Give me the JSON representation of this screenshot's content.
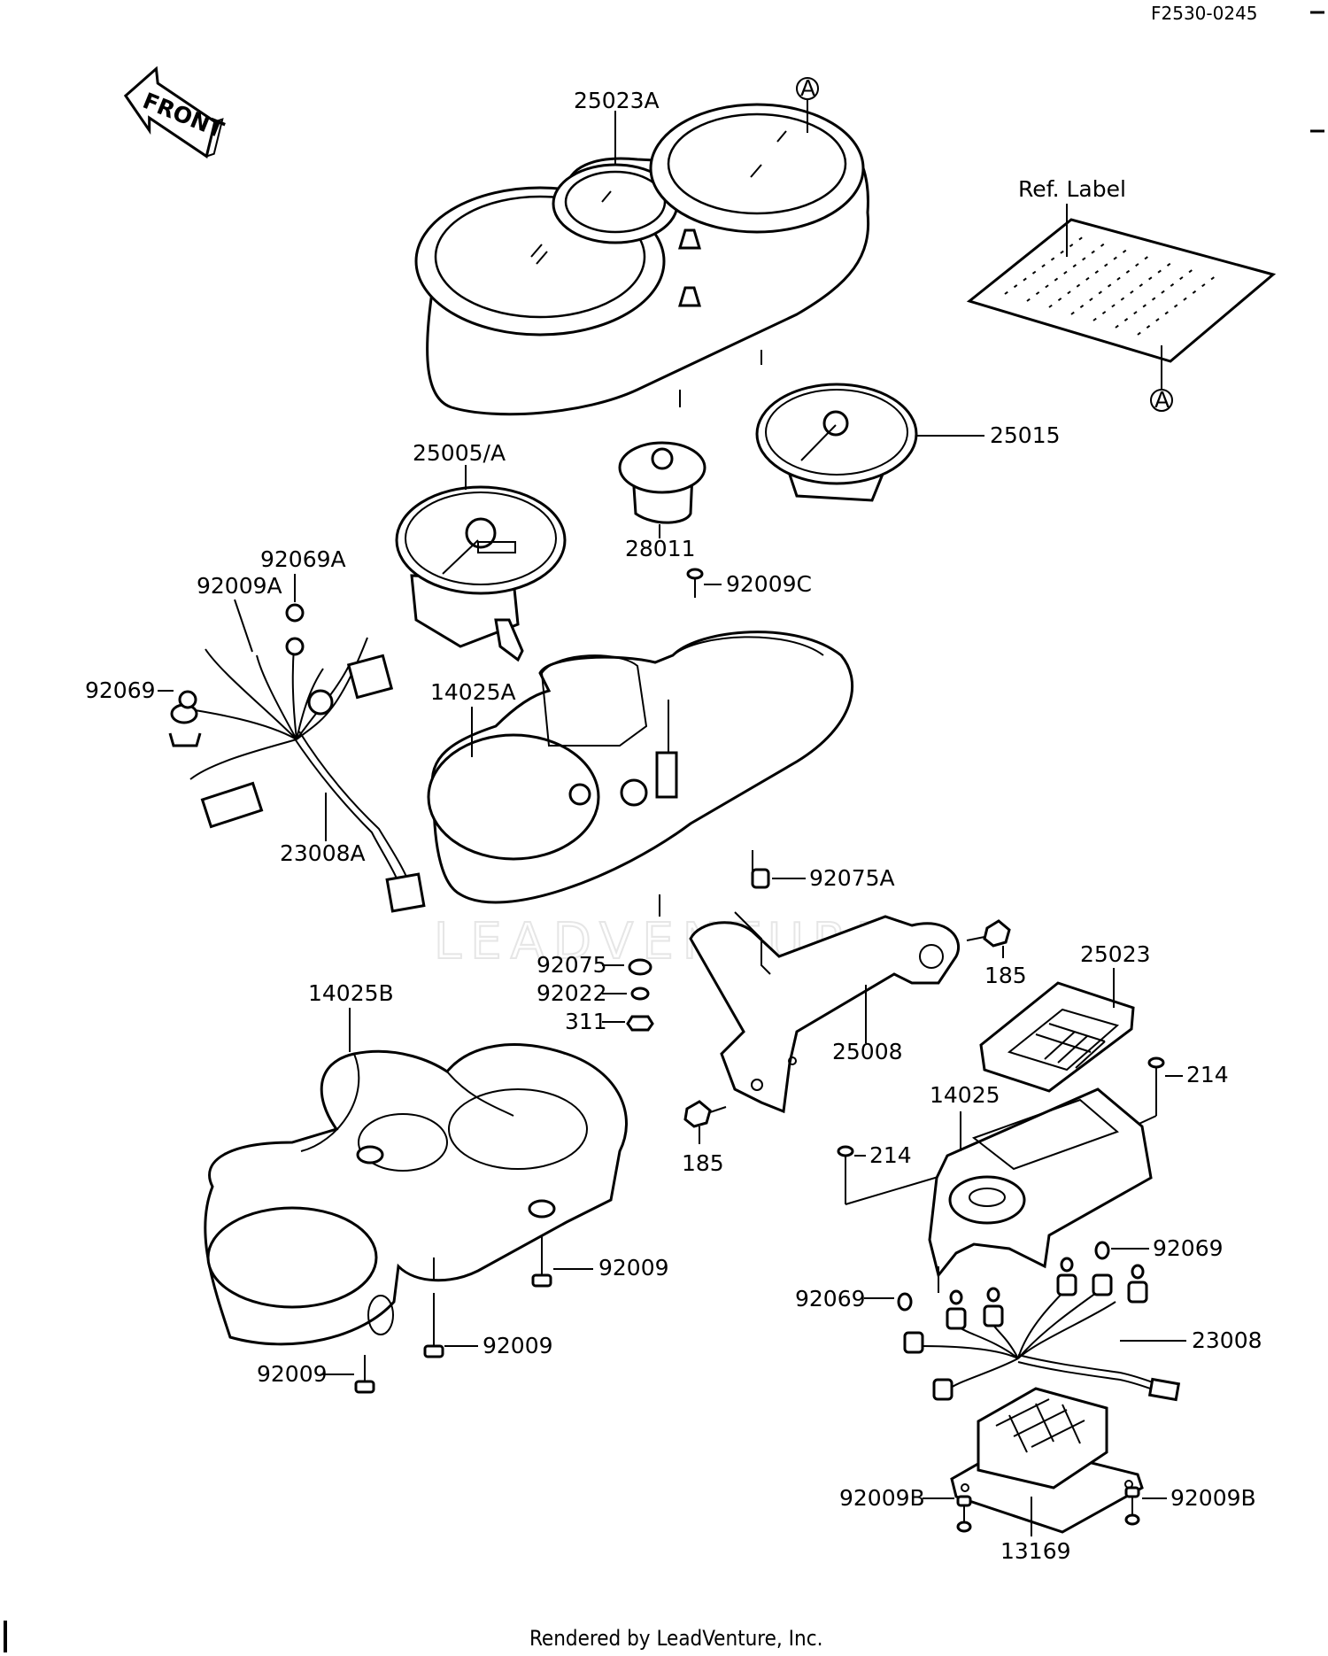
{
  "diagram_code": "F2530-0245",
  "front_label": "FRONT",
  "ref_label": "Ref. Label",
  "ref_mark": "A",
  "watermark": "LEADVENTURE",
  "footer": "Rendered by LeadVenture, Inc.",
  "parts": {
    "p25023A": "25023A",
    "p25015": "25015",
    "p25005A": "25005/A",
    "p28011": "28011",
    "p92069A": "92069A",
    "p92009A": "92009A",
    "p92009C": "92009C",
    "p92069_left": "92069",
    "p14025A": "14025A",
    "p23008A": "23008A",
    "p92075A": "92075A",
    "p92075": "92075",
    "p92022": "92022",
    "p311": "311",
    "p185_top": "185",
    "p185_bottom": "185",
    "p25023": "25023",
    "p25008": "25008",
    "p14025B": "14025B",
    "p214_right": "214",
    "p214_left": "214",
    "p14025": "14025",
    "p92009_a": "92009",
    "p92009_b": "92009",
    "p92009_c": "92009",
    "p92069_r1": "92069",
    "p92069_r2": "92069",
    "p23008": "23008",
    "p92009B_left": "92009B",
    "p92009B_right": "92009B",
    "p13169": "13169"
  }
}
